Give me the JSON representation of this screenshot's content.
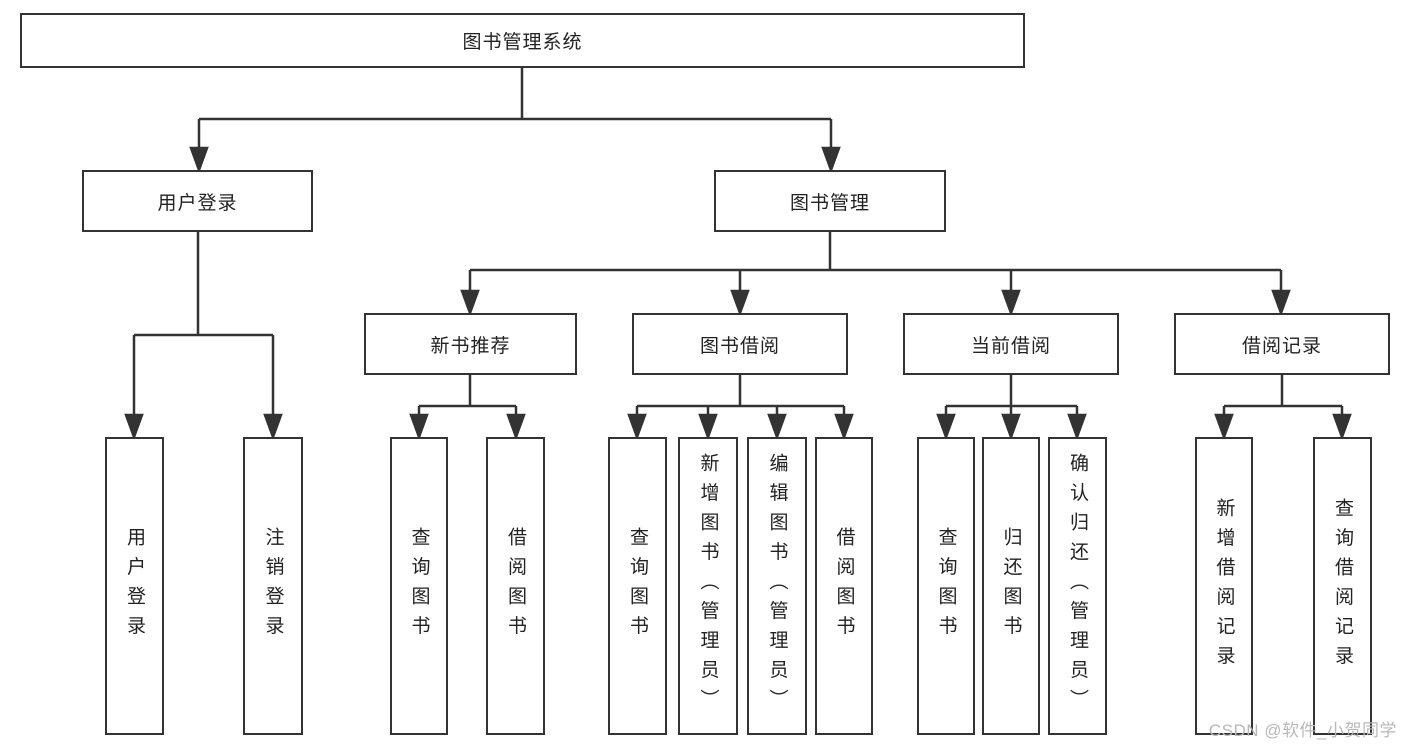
{
  "diagram": {
    "root": {
      "label": "图书管理系统"
    },
    "user_login": {
      "label": "用户登录",
      "children": [
        {
          "label": "用户登录"
        },
        {
          "label": "注销登录"
        }
      ]
    },
    "book_management": {
      "label": "图书管理",
      "sections": [
        {
          "label": "新书推荐",
          "children": [
            {
              "label": "查询图书"
            },
            {
              "label": "借阅图书"
            }
          ]
        },
        {
          "label": "图书借阅",
          "children": [
            {
              "label": "查询图书"
            },
            {
              "label": "新增图书（管理员）"
            },
            {
              "label": "编辑图书（管理员）"
            },
            {
              "label": "借阅图书"
            }
          ]
        },
        {
          "label": "当前借阅",
          "children": [
            {
              "label": "查询图书"
            },
            {
              "label": "归还图书"
            },
            {
              "label": "确认归还（管理员）"
            }
          ]
        },
        {
          "label": "借阅记录",
          "children": [
            {
              "label": "新增借阅记录"
            },
            {
              "label": "查询借阅记录"
            }
          ]
        }
      ]
    }
  },
  "watermark": {
    "text": "CSDN @软件_小贺同学"
  },
  "colors": {
    "line": "#333333",
    "text": "#222222",
    "box_background": "#ffffff",
    "watermark": "#b8b8b8",
    "page_background": "#ffffff"
  }
}
